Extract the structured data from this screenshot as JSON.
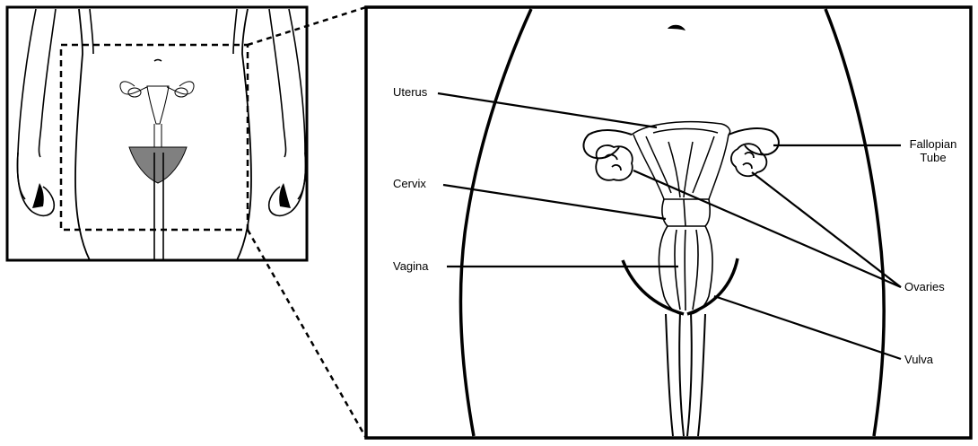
{
  "labels": {
    "uterus": "Uterus",
    "cervix": "Cervix",
    "vagina": "Vagina",
    "fallopian_line1": "Fallopian",
    "fallopian_line2": "Tube",
    "ovaries": "Ovaries",
    "vulva": "Vulva"
  },
  "colors": {
    "ink": "#000000",
    "shade": "#808080"
  }
}
